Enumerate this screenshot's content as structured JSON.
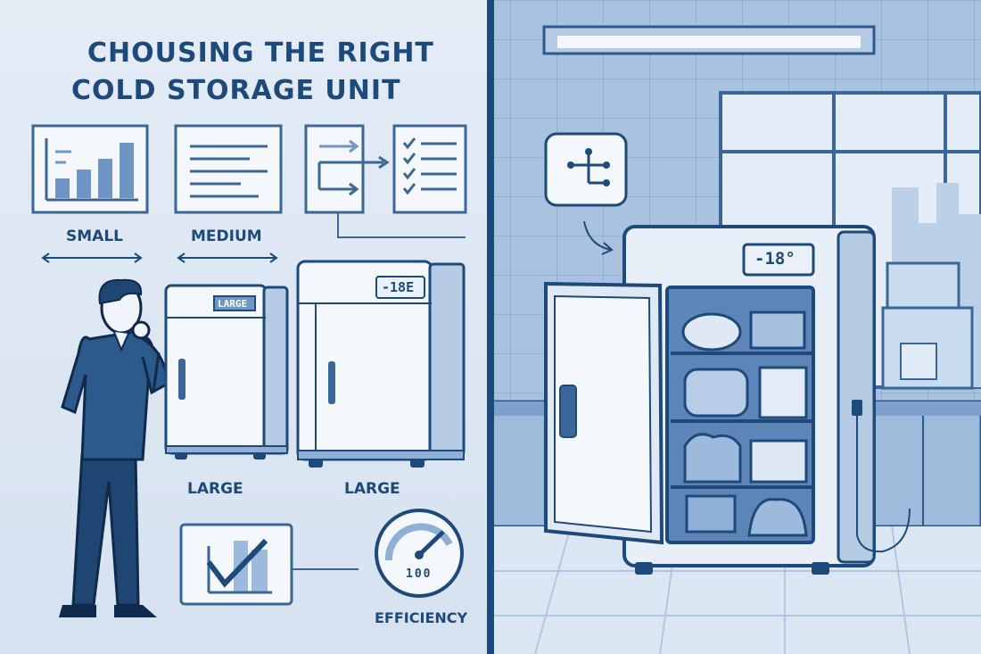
{
  "title": {
    "line1": "CHOUSING THE RIGHT",
    "line2": "COLD STORAGE UNIT"
  },
  "size_labels": {
    "small": "SMALL",
    "medium": "MEDIUM",
    "large_1": "LARGE",
    "large_2": "LARGE"
  },
  "fridge_badge": "LARGE",
  "fridge_display_left": "-18E",
  "fridge_display_right": "-18°",
  "gauge_reading": "100",
  "efficiency_label": "EFFICIENCY",
  "icons": [
    "bar-chart-icon",
    "text-lines-icon",
    "process-flow-icon",
    "checklist-icon",
    "checkmark-chart-icon",
    "gauge-icon",
    "network-icon"
  ],
  "colors": {
    "navy": "#1d4a7a",
    "light_blue": "#dfe8f3",
    "mid_blue": "#8fb0d4"
  }
}
